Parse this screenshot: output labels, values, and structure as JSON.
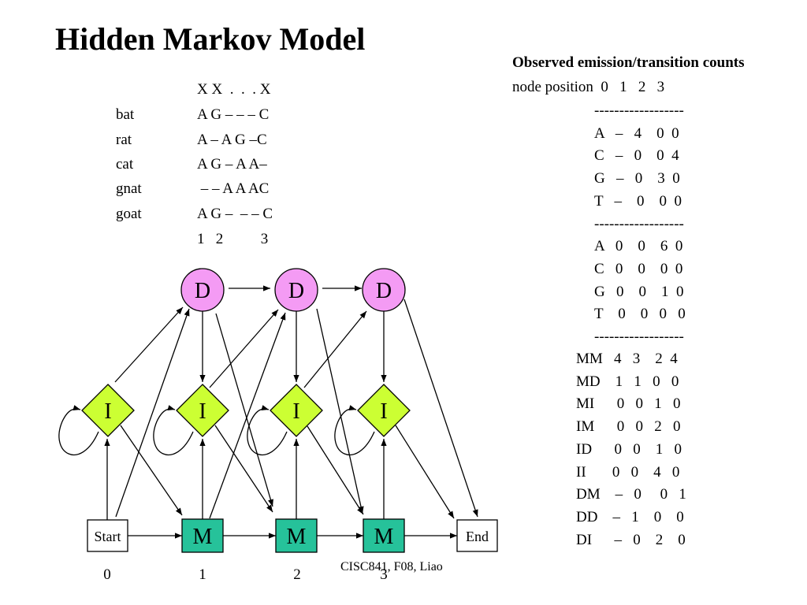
{
  "title": "Hidden Markov Model",
  "alignment": {
    "header": "X X  .  .  . X",
    "rows": [
      {
        "name": "bat",
        "seq": "A G – – – C"
      },
      {
        "name": "rat",
        "seq": "A – A G –C"
      },
      {
        "name": "cat",
        "seq": "A G – A A–"
      },
      {
        "name": "gnat",
        "seq": " – – A A AC"
      },
      {
        "name": "goat",
        "seq": "A G –  – – C"
      }
    ],
    "footer": "1   2          3"
  },
  "counts": {
    "header": "Observed emission/transition counts",
    "subheader": "node position  0   1   2   3",
    "lines": [
      "------------------",
      "A   –   4    0  0",
      "C   –   0    0  4",
      "G   –   0    3  0",
      "T   –    0    0  0",
      "------------------",
      "A   0    0    6  0",
      "C   0    0    0  0",
      "G   0    0    1  0",
      "T    0    0   0   0",
      "------------------"
    ],
    "transitions": [
      "MM   4   3    2  4",
      "MD    1   1   0   0",
      "MI      0   0   1   0",
      "IM      0   0   2   0",
      "ID      0   0    1   0",
      "II       0   0    4   0",
      "DM    –   0     0   1",
      "DD    –   1    0    0",
      "DI      –   0    2    0"
    ]
  },
  "diagram": {
    "delete_label": "D",
    "insert_label": "I",
    "match_label": "M",
    "start_label": "Start",
    "end_label": "End",
    "delete_color": "#f49bf4",
    "insert_color": "#ccff33",
    "match_color": "#26c29a",
    "position_numbers": [
      "0",
      "1",
      "2",
      "3"
    ]
  },
  "footer_text": "CISC841, F08, Liao"
}
